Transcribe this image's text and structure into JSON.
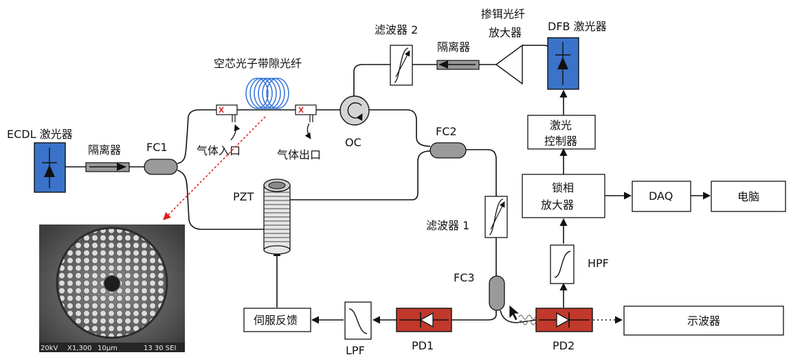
{
  "labels": {
    "ecdl": "ECDL 激光器",
    "isolator1": "隔离器",
    "fc1": "FC1",
    "hcf": "空芯光子带隙光纤",
    "gas_in": "气体入口",
    "gas_out": "气体出口",
    "oc": "OC",
    "filter2": "滤波器 2",
    "isolator2": "隔离器",
    "edfa_line1": "掺铒光纤",
    "edfa_line2": "放大器",
    "dfb": "DFB 激光器",
    "laser_ctrl_line1": "激光",
    "laser_ctrl_line2": "控制器",
    "fc2": "FC2",
    "pzt": "PZT",
    "lockin_line1": "锁相",
    "lockin_line2": "放大器",
    "daq": "DAQ",
    "computer": "电脑",
    "filter1": "滤波器 1",
    "hpf": "HPF",
    "fc3": "FC3",
    "servo": "伺服反馈",
    "lpf": "LPF",
    "pd1": "PD1",
    "pd2": "PD2",
    "scope": "示波器",
    "sem_caption": {
      "kv": "20kV",
      "mag": "X1,300",
      "scale": "10μm",
      "info": "13 30 SEI"
    }
  },
  "colors": {
    "laser_blue": "#3a73c9",
    "photodiode_red": "#c0392b",
    "pointer_red": "#e02020",
    "fiber_ring": "#3b78d8"
  }
}
